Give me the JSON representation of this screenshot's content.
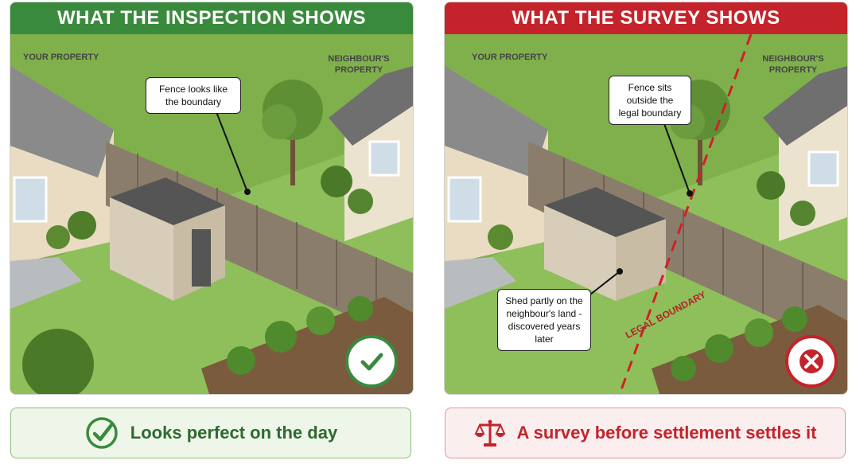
{
  "left_panel": {
    "title": "WHAT THE INSPECTION SHOWS",
    "your_property_label": "YOUR PROPERTY",
    "neighbour_property_label": "NEIGHBOUR'S PROPERTY",
    "callout": "Fence looks like the boundary",
    "badge_icon": "check-icon",
    "accent_color": "#3a8a3d"
  },
  "right_panel": {
    "title": "WHAT THE SURVEY SHOWS",
    "your_property_label": "YOUR PROPERTY",
    "neighbour_property_label": "NEIGHBOUR'S PROPERTY",
    "callout_fence": "Fence sits outside the legal boundary",
    "callout_shed": "Shed partly on the neighbour's land - discovered years later",
    "boundary_label": "LEGAL BOUNDARY",
    "badge_icon": "cross-icon",
    "accent_color": "#c4232b"
  },
  "bottom_left": {
    "text": "Looks perfect on the day",
    "icon": "check-circle-icon"
  },
  "bottom_right": {
    "text": "A survey before settlement settles it",
    "icon": "scales-icon"
  }
}
